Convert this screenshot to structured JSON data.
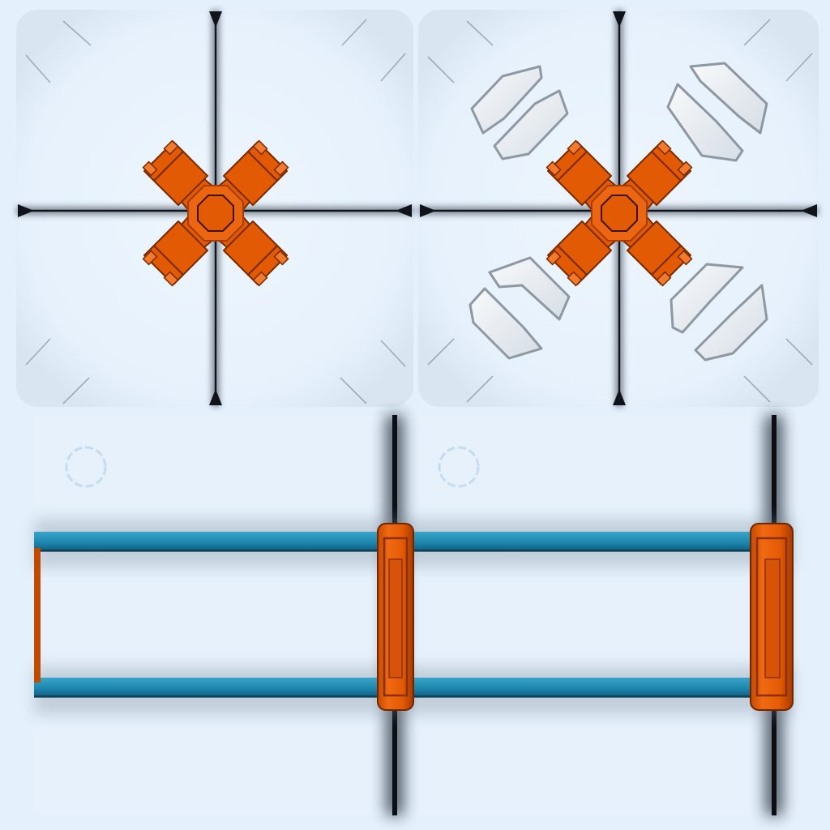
{
  "atlas": {
    "background_color": "#e4f1fd",
    "tile_color": "#e7f2fd",
    "seam_color": "#10141a",
    "accent_orange": "#e35a05",
    "accent_orange_dark": "#b64000",
    "accent_blue": "#1f87ae",
    "accent_blue_dark": "#0f5d80",
    "panel_grey": "#c9d0d8",
    "panel_grey_light": "#f6f8fb"
  },
  "tiles": [
    {
      "id": "tile-cross-plain",
      "icon": "orange-cross-junction-icon",
      "has_corner_panels": false
    },
    {
      "id": "tile-cross-panels",
      "icon": "orange-cross-junction-icon",
      "has_corner_panels": true
    },
    {
      "id": "tile-rail-track",
      "icon": "orange-rail-clamp-icon",
      "rail_count": 2
    }
  ]
}
